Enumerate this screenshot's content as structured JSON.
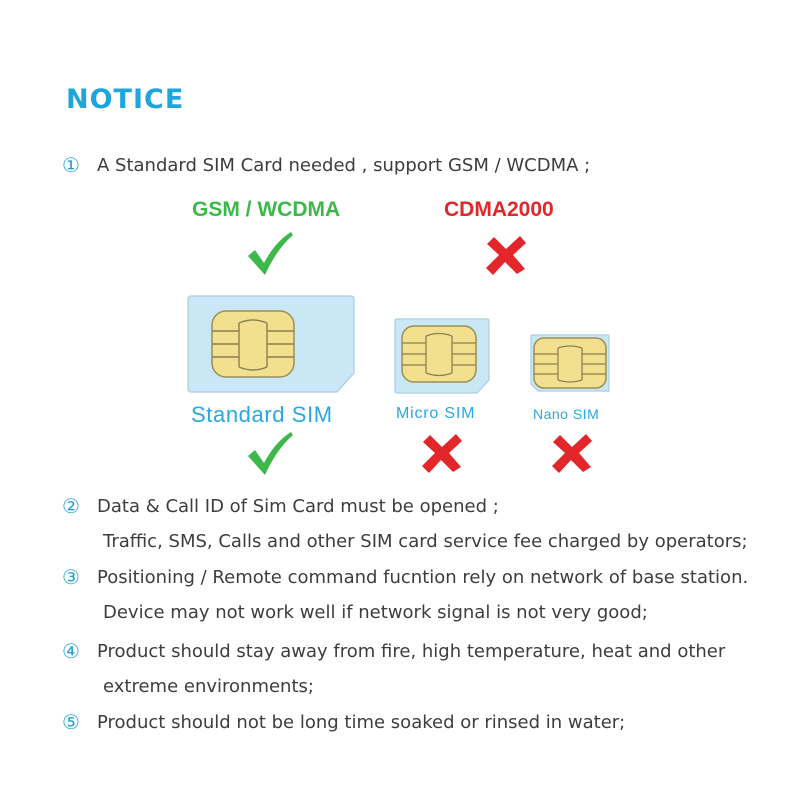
{
  "notice": {
    "title": "NOTICE"
  },
  "items": [
    {
      "num": "①",
      "lines": [
        "A Standard SIM Card needed , support GSM / WCDMA ;"
      ]
    },
    {
      "num": "②",
      "lines": [
        "Data & Call ID of Sim Card must be opened ;",
        "Traffic, SMS, Calls and other SIM card service fee charged by operators;"
      ]
    },
    {
      "num": "③",
      "lines": [
        "Positioning / Remote command fucntion rely on network of base station.",
        "Device may not work well if network signal is not very good;"
      ]
    },
    {
      "num": "④",
      "lines": [
        "Product should stay away from fire, high temperature, heat and other",
        "extreme environments;"
      ]
    },
    {
      "num": "⑤",
      "lines": [
        "Product should not be long time soaked or rinsed in water;"
      ]
    }
  ],
  "networks": {
    "supported": {
      "label": "GSM / WCDMA",
      "status": "check-icon",
      "color": "#3db84a"
    },
    "unsupported": {
      "label": "CDMA2000",
      "status": "cross-icon",
      "color": "#e3262a"
    }
  },
  "sims": [
    {
      "label": "Standard SIM",
      "supported": true,
      "status": "check-icon"
    },
    {
      "label": "Micro SIM",
      "supported": false,
      "status": "cross-icon"
    },
    {
      "label": "Nano SIM",
      "supported": false,
      "status": "cross-icon"
    }
  ],
  "colors": {
    "title": "#1ea6dc",
    "numbers": "#2aa4d8",
    "sim_body": "#c9e7f5",
    "chip": "#f3e08e",
    "check": "#3db84a",
    "cross": "#e3262a"
  }
}
